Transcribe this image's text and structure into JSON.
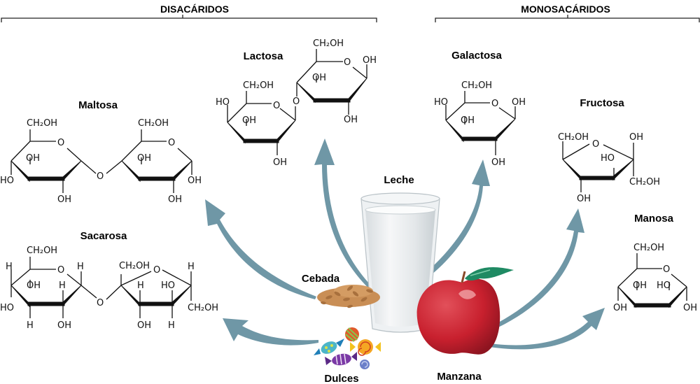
{
  "headers": {
    "disaccharides": "DISACÁRIDOS",
    "monosaccharides": "MONOSACÁRIDOS"
  },
  "molecules": {
    "maltosa": {
      "name": "Maltosa",
      "groups": [
        "CH₂OH",
        "O",
        "OH",
        "HO",
        "OH",
        "O",
        "CH₂OH",
        "O",
        "OH",
        "OH",
        "OH"
      ]
    },
    "lactosa": {
      "name": "Lactosa",
      "groups": [
        "CH₂OH",
        "HO",
        "O",
        "OH",
        "OH",
        "O",
        "CH₂OH",
        "O",
        "OH",
        "OH",
        "OH"
      ]
    },
    "sacarosa": {
      "name": "Sacarosa",
      "groups": [
        "CH₂OH",
        "H",
        "O",
        "H",
        "OH",
        "H",
        "HO",
        "H",
        "OH",
        "O",
        "CH₂OH",
        "O",
        "H",
        "H",
        "HO",
        "OH",
        "H",
        "CH₂OH"
      ]
    },
    "galactosa": {
      "name": "Galactosa",
      "groups": [
        "CH₂OH",
        "HO",
        "O",
        "OH",
        "OH",
        "OH"
      ]
    },
    "fructosa": {
      "name": "Fructosa",
      "groups": [
        "CH₂OH",
        "O",
        "OH",
        "HO",
        "CH₂OH",
        "OH"
      ]
    },
    "manosa": {
      "name": "Manosa",
      "groups": [
        "CH₂OH",
        "O",
        "OH",
        "HO",
        "OH",
        "OH"
      ]
    }
  },
  "foods": {
    "leche": "Leche",
    "cebada": "Cebada",
    "dulces": "Dulces",
    "manzana": "Manzana"
  },
  "colors": {
    "arrow": "#6f97a6",
    "apple": "#c8202e",
    "leaf": "#1f8a63",
    "grain": "#c98e55"
  }
}
